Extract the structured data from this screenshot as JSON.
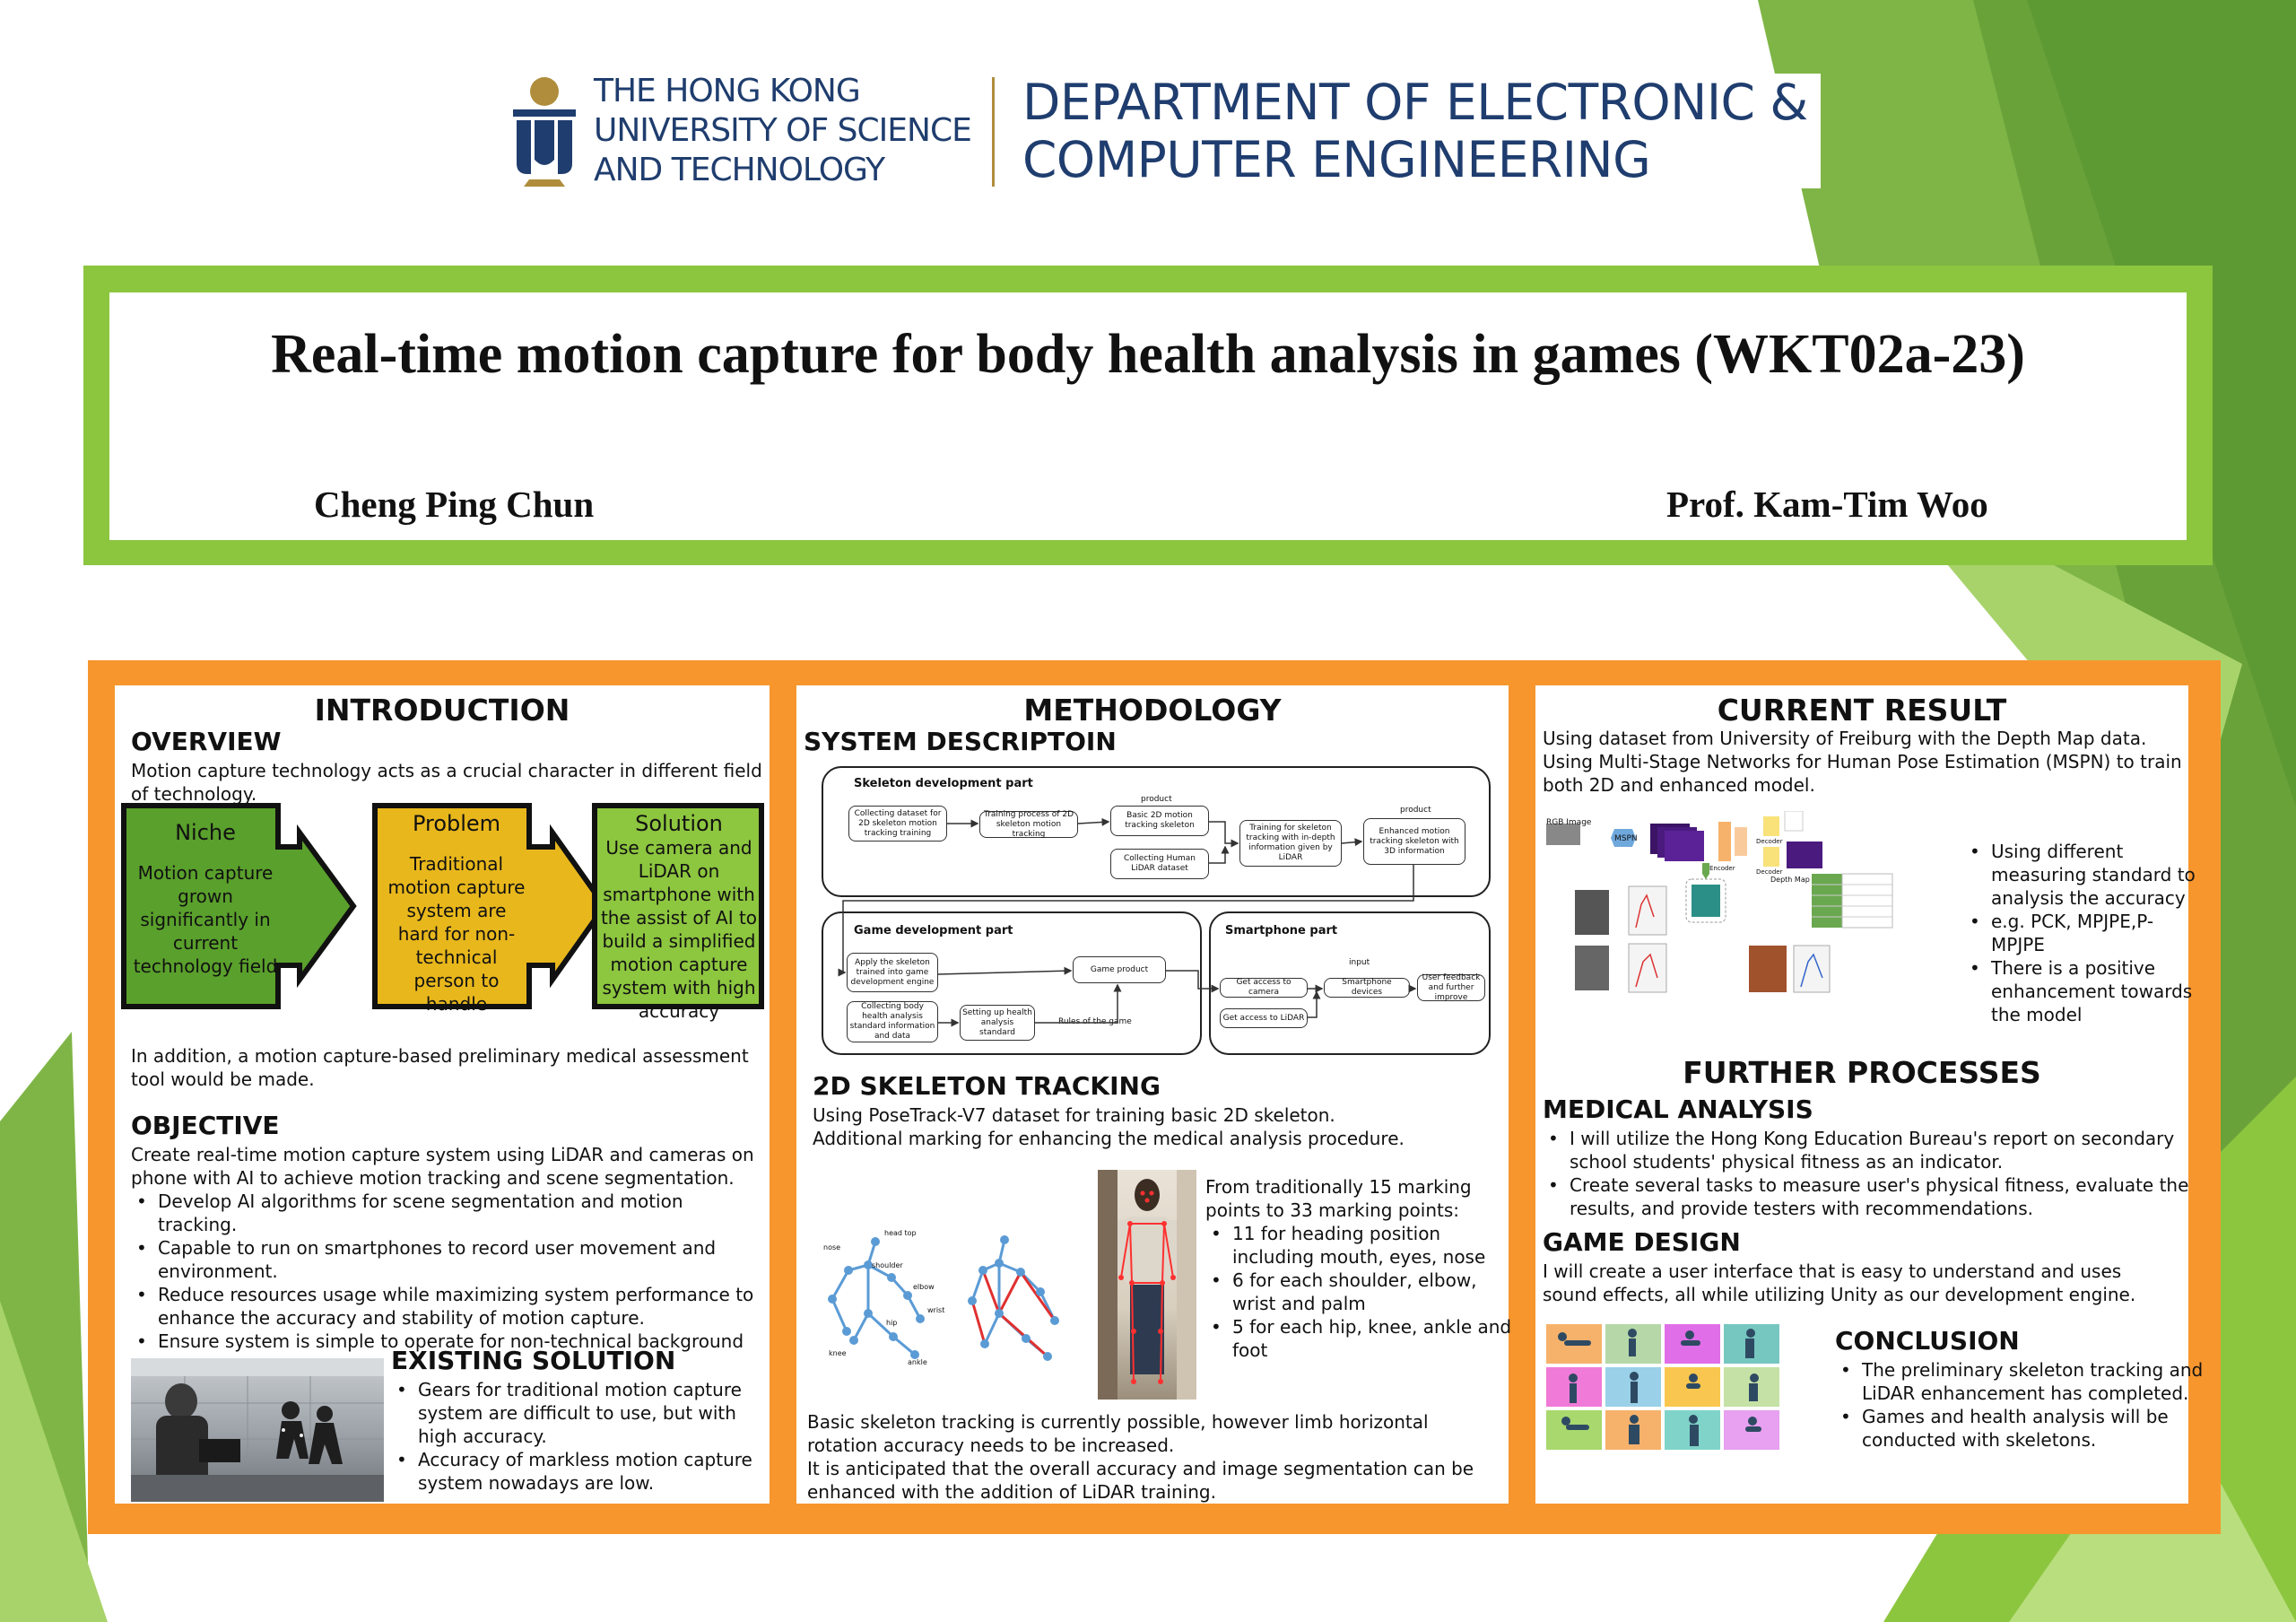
{
  "header": {
    "university_lines": [
      "THE HONG KONG",
      "UNIVERSITY OF SCIENCE",
      "AND TECHNOLOGY"
    ],
    "department_lines": [
      "DEPARTMENT OF ELECTRONIC &",
      "COMPUTER ENGINEERING"
    ]
  },
  "title": "Real-time motion capture for body health analysis in games (WKT02a-23)",
  "author_left": "Cheng Ping Chun",
  "author_right": "Prof. Kam-Tim Woo",
  "colors": {
    "green": "#8cc63f",
    "orange": "#f7962d",
    "navy": "#1f3d6e",
    "gold": "#b08d3c",
    "arrow_green": "#5aa02c",
    "arrow_yellow": "#e8b71c",
    "arrow_lime": "#8dc63f"
  },
  "intro": {
    "heading": "INTRODUCTION",
    "overview_h": "OVERVIEW",
    "overview_text": "Motion capture technology acts as a crucial character in different field of technology.",
    "arrows": [
      {
        "title": "Niche",
        "body": "Motion capture grown significantly in current technology field"
      },
      {
        "title": "Problem",
        "body": "Traditional motion capture system are hard for non-technical person to handle"
      },
      {
        "title": "Solution",
        "body": "Use camera and LiDAR on smartphone with the assist of AI to build a simplified motion capture system with high accuracy"
      }
    ],
    "addition": "In addition, a motion capture-based preliminary medical assessment tool would be made.",
    "objective_h": "OBJECTIVE",
    "objective_text": "Create real-time motion capture system using LiDAR and cameras on phone with AI to achieve motion tracking and scene segmentation.",
    "objective_items": [
      "Develop AI algorithms for scene segmentation and motion tracking.",
      "Capable to run on smartphones to record user movement and environment.",
      "Reduce resources usage while maximizing system performance to enhance the accuracy and stability of motion capture.",
      "Ensure system is simple to operate for non-technical background users."
    ],
    "existing_h": "EXISTING SOLUTION",
    "existing_items": [
      "Gears for traditional motion capture system are difficult to use, but with high accuracy.",
      "Accuracy of markless motion capture system nowadays are low."
    ]
  },
  "method": {
    "heading": "METHODOLOGY",
    "system_h": "SYSTEM DESCRIPTOIN",
    "diagram": {
      "group1": "Skeleton development part",
      "group2": "Game development part",
      "group3": "Smartphone part",
      "b1": "Collecting dataset for 2D skeleton motion tracking training",
      "b2": "Training process of 2D skeleton motion tracking",
      "b3": "Basic 2D motion tracking skeleton",
      "b4": "Collecting Human LiDAR dataset",
      "b5": "Training for skeleton tracking with in-depth information given by LiDAR",
      "b6": "Enhanced motion tracking skeleton with 3D information",
      "product1": "product",
      "product2": "product",
      "g1": "Apply the skeleton trained into game development engine",
      "g2": "Game product",
      "g3": "Collecting body health analysis standard information and data",
      "g4": "Setting up health analysis standard",
      "g5": "Rules of the game",
      "s1": "Get access to camera",
      "s2": "Get access to LiDAR",
      "s3": "Smartphone devices",
      "s4": "User feedback and further improve",
      "input": "input"
    },
    "tracking_h": "2D SKELETON TRACKING",
    "tracking_text": [
      "Using PoseTrack-V7 dataset for training basic 2D skeleton.",
      "Additional marking for enhancing the medical analysis procedure."
    ],
    "marking_text": "From traditionally 15 marking points to 33 marking points:",
    "marking_items": [
      "11 for heading position including mouth, eyes, nose",
      "6 for each shoulder, elbow, wrist and palm",
      "5 for each hip, knee, ankle and foot"
    ],
    "skeleton_labels": [
      "head top",
      "nose",
      "shoulder",
      "elbow",
      "wrist",
      "hip",
      "knee",
      "ankle"
    ],
    "conclusion_text": [
      "Basic skeleton tracking is currently possible, however limb horizontal rotation accuracy needs to be increased.",
      "It is anticipated that the overall accuracy and image segmentation can be enhanced with the addition of LiDAR training."
    ]
  },
  "result": {
    "heading": "CURRENT RESULT",
    "text": [
      "Using dataset from University of Freiburg with the Depth Map data.",
      "Using Multi-Stage Networks for Human Pose Estimation (MSPN) to train both 2D and enhanced model."
    ],
    "figure_labels": {
      "rgb": "RGB Image",
      "mspn": "MSPN",
      "depth": "Depth Map",
      "encoder": "Encoder",
      "decoder1": "Decoder",
      "decoder2": "Decoder"
    },
    "items": [
      "Using different measuring standard to analysis the accuracy",
      "e.g. PCK, MPJPE,P-MPJPE",
      "There is a positive enhancement towards the model"
    ],
    "further_h": "FURTHER PROCESSES",
    "medical_h": "MEDICAL ANALYSIS",
    "medical_items": [
      "I will utilize the Hong Kong Education Bureau's report on secondary school students' physical fitness as an indicator.",
      "Create several tasks to measure user's physical fitness, evaluate the results, and provide testers with recommendations."
    ],
    "game_h": "GAME DESIGN",
    "game_text": "I will create a user interface that is easy to understand and uses sound effects, all while utilizing Unity as our development engine.",
    "conclusion_h": "CONCLUSION",
    "conclusion_items": [
      "The preliminary skeleton tracking and LiDAR enhancement has completed.",
      "Games and health analysis will be conducted with skeletons."
    ]
  }
}
